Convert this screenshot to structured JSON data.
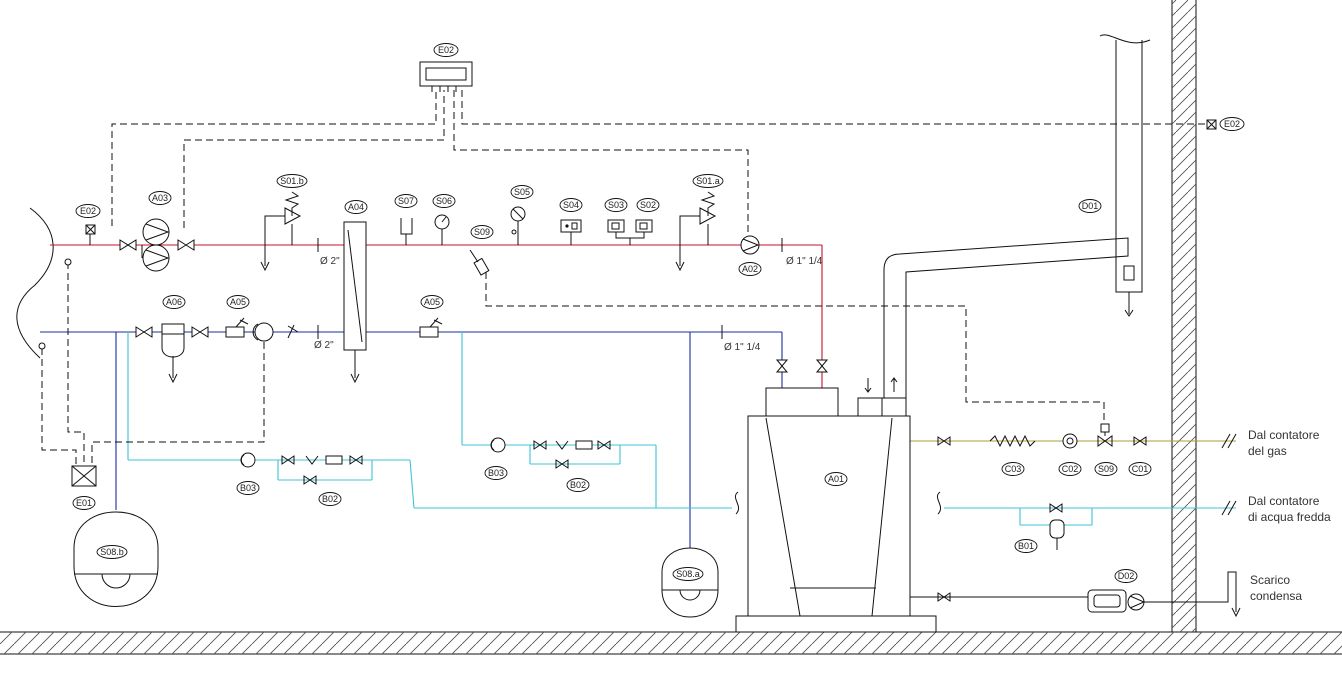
{
  "tags": {
    "e02_top": "E02",
    "e02_left": "E02",
    "e02_right": "E02",
    "a03": "A03",
    "a04": "A04",
    "a06": "A06",
    "a05_left": "A05",
    "a05_mid": "A05",
    "s01b": "S01.b",
    "s01a": "S01.a",
    "s07": "S07",
    "s06": "S06",
    "s05": "S05",
    "s04": "S04",
    "s03": "S03",
    "s02": "S02",
    "s09_top": "S09",
    "a02": "A02",
    "d01": "D01",
    "a01": "A01",
    "b03_left": "B03",
    "b02_left": "B02",
    "b03_mid": "B03",
    "b02_mid": "B02",
    "e01": "E01",
    "s08b": "S08.b",
    "s08a": "S08.a",
    "c03": "C03",
    "c02": "C02",
    "s09_gas": "S09",
    "c01": "C01",
    "b01": "B01",
    "d02": "D02"
  },
  "dimensions": {
    "red_main": "Ø 2\"",
    "blue_main": "Ø 2\"",
    "red_right": "Ø 1\" 1/4",
    "blue_right": "Ø 1\" 1/4"
  },
  "labels": {
    "gas_line1": "Dal contatore",
    "gas_line2": "del gas",
    "water_line1": "Dal contatore",
    "water_line2": "di acqua fredda",
    "drain_line1": "Scarico",
    "drain_line2": "condensa"
  },
  "colors": {
    "supply": "#c8102e",
    "return": "#1c2e9c",
    "cold_water": "#3cc4d8",
    "gas": "#a8a036"
  }
}
